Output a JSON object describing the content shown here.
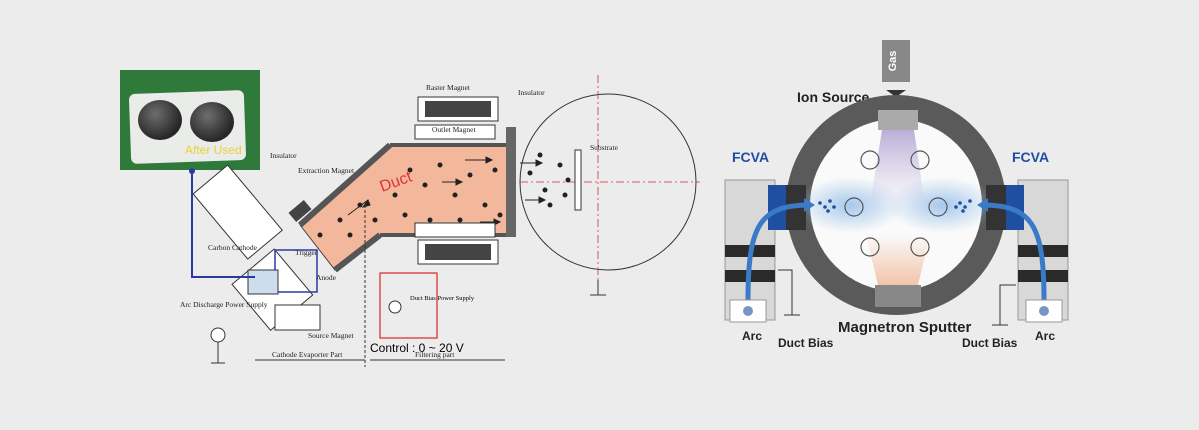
{
  "left": {
    "photo_caption": "After Used",
    "labels": {
      "raster_magnet": "Raster Magnet",
      "insulator_top": "Insulator",
      "outlet_magnet": "Outlet Magnet",
      "substrate": "Substrate",
      "insulator_left": "Insulator",
      "extraction_magnet": "Extraction Magnet",
      "duct": "Duct",
      "carbon_cathode": "Carbon Cathode",
      "trigger": "Trigger",
      "anode": "Anode",
      "arc_supply": "Arc Discharge Power Supply",
      "source_magnet": "Source Magnet",
      "duct_bias_supply": "Duct Bias Power Supply",
      "control": "Control : 0 ~ 20 V",
      "cathode_part": "Cathode Evaporter Part",
      "filtering_part": "Filtering part"
    }
  },
  "right": {
    "gas": "Gas",
    "ion_source": "Ion Source",
    "fcva_left": "FCVA",
    "fcva_right": "FCVA",
    "arc_left": "Arc",
    "arc_right": "Arc",
    "duct_bias_left": "Duct Bias",
    "duct_bias_right": "Duct Bias",
    "magnetron": "Magnetron Sputter"
  },
  "colors": {
    "duct_fill": "#f3b89c",
    "fcva_blue": "#1f4fa0",
    "ring": "#5a5a5a",
    "plasma_blue": "#9cc3ea",
    "plasma_purple": "#b7a9d6",
    "plasma_orange": "#f0b795"
  }
}
